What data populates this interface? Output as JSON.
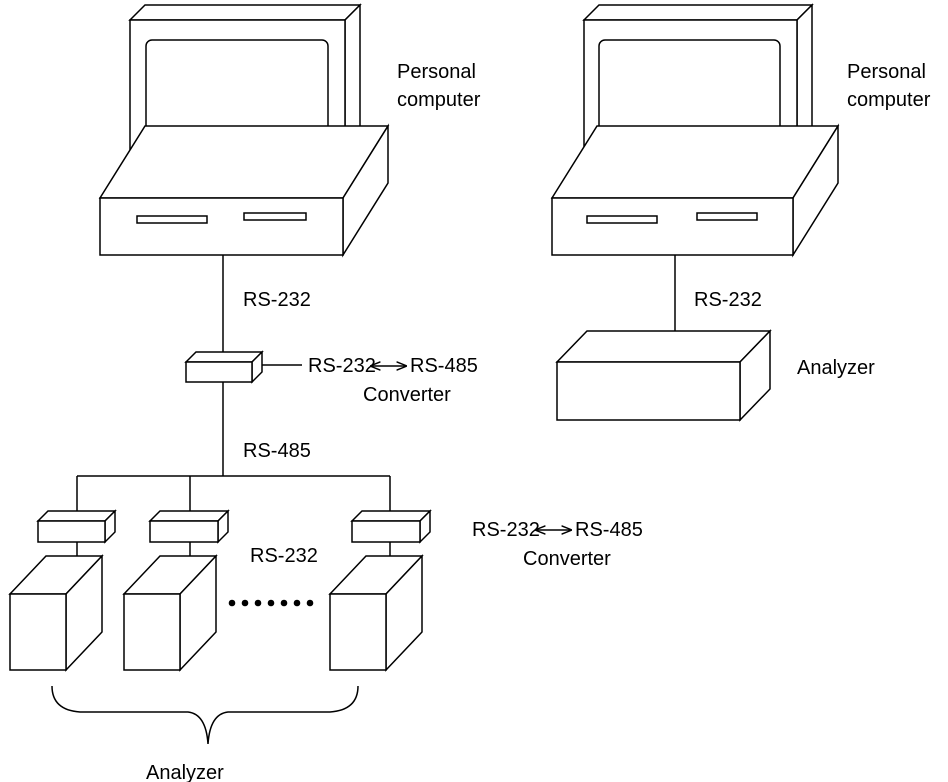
{
  "left_network": {
    "computer_label_line1": "Personal",
    "computer_label_line2": "computer",
    "link_pc_converter": "RS-232",
    "top_converter_label_left": "RS-232",
    "top_converter_label_right": "RS-485",
    "top_converter_label_line2": "Converter",
    "bus_label": "RS-485",
    "analyzer_link_label": "RS-232",
    "bottom_converter_label_left": "RS-232",
    "bottom_converter_label_right": "RS-485",
    "bottom_converter_label_line2": "Converter",
    "analyzer_group_label": "Analyzer"
  },
  "right_network": {
    "computer_label_line1": "Personal",
    "computer_label_line2": "computer",
    "link_label": "RS-232",
    "analyzer_label": "Analyzer"
  },
  "icons": {
    "bidirectional_arrow": "double-arrow-icon",
    "computer": "personal-computer-icon",
    "converter": "converter-box-icon",
    "analyzer": "analyzer-box-icon"
  },
  "colors": {
    "line": "#000000",
    "background": "#ffffff"
  }
}
